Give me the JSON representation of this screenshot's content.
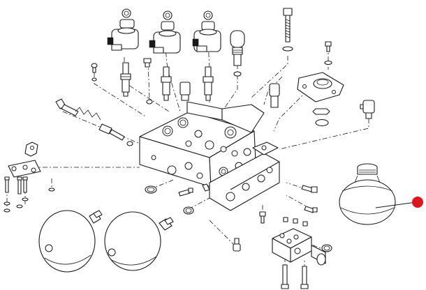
{
  "figure": {
    "kind": "exploded hydraulic valve block parts diagram",
    "background": "#ffffff",
    "line_color": "#1a1a1a",
    "highlight_color": "#e0151b"
  },
  "parts": {
    "valve_block": "valve-block",
    "solenoids": [
      "solenoid-coil-1",
      "solenoid-coil-2",
      "solenoid-coil-3"
    ],
    "accumulators": [
      "accumulator-left",
      "accumulator-middle",
      "accumulator-right"
    ],
    "highlighted_part": "accumulator-right"
  }
}
